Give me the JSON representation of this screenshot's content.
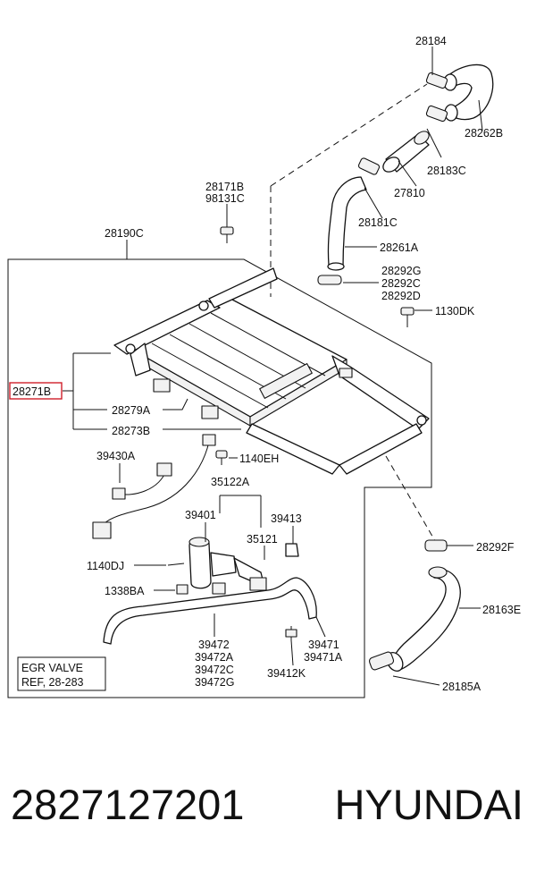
{
  "labels": {
    "p28184": "28184",
    "p28262B": "28262B",
    "p28183C": "28183C",
    "p27810": "27810",
    "p28181C": "28181C",
    "p28261A": "28261A",
    "p28292G": "28292G",
    "p28292C": "28292C",
    "p28292D": "28292D",
    "p1130DK": "1130DK",
    "p28171B": "28171B",
    "p98131C": "98131C",
    "p28190C": "28190C",
    "p28271B": "28271B",
    "p28279A": "28279A",
    "p28273B": "28273B",
    "p39430A": "39430A",
    "p1140EH": "1140EH",
    "p35122A": "35122A",
    "p39401": "39401",
    "p39413": "39413",
    "p35121": "35121",
    "p28292F": "28292F",
    "p1140DJ": "1140DJ",
    "p1338BA": "1338BA",
    "p28163E": "28163E",
    "p39472": "39472",
    "p39472A": "39472A",
    "p39472C": "39472C",
    "p39472G": "39472G",
    "p39471": "39471",
    "p39471A": "39471A",
    "p39412K": "39412K",
    "p28185A": "28185A",
    "egr_line1": "EGR VALVE",
    "egr_line2": "REF, 28-283"
  },
  "highlight_color": "#d0202a",
  "footer": {
    "part_number": "2827127201",
    "brand": "HYUNDAI"
  }
}
